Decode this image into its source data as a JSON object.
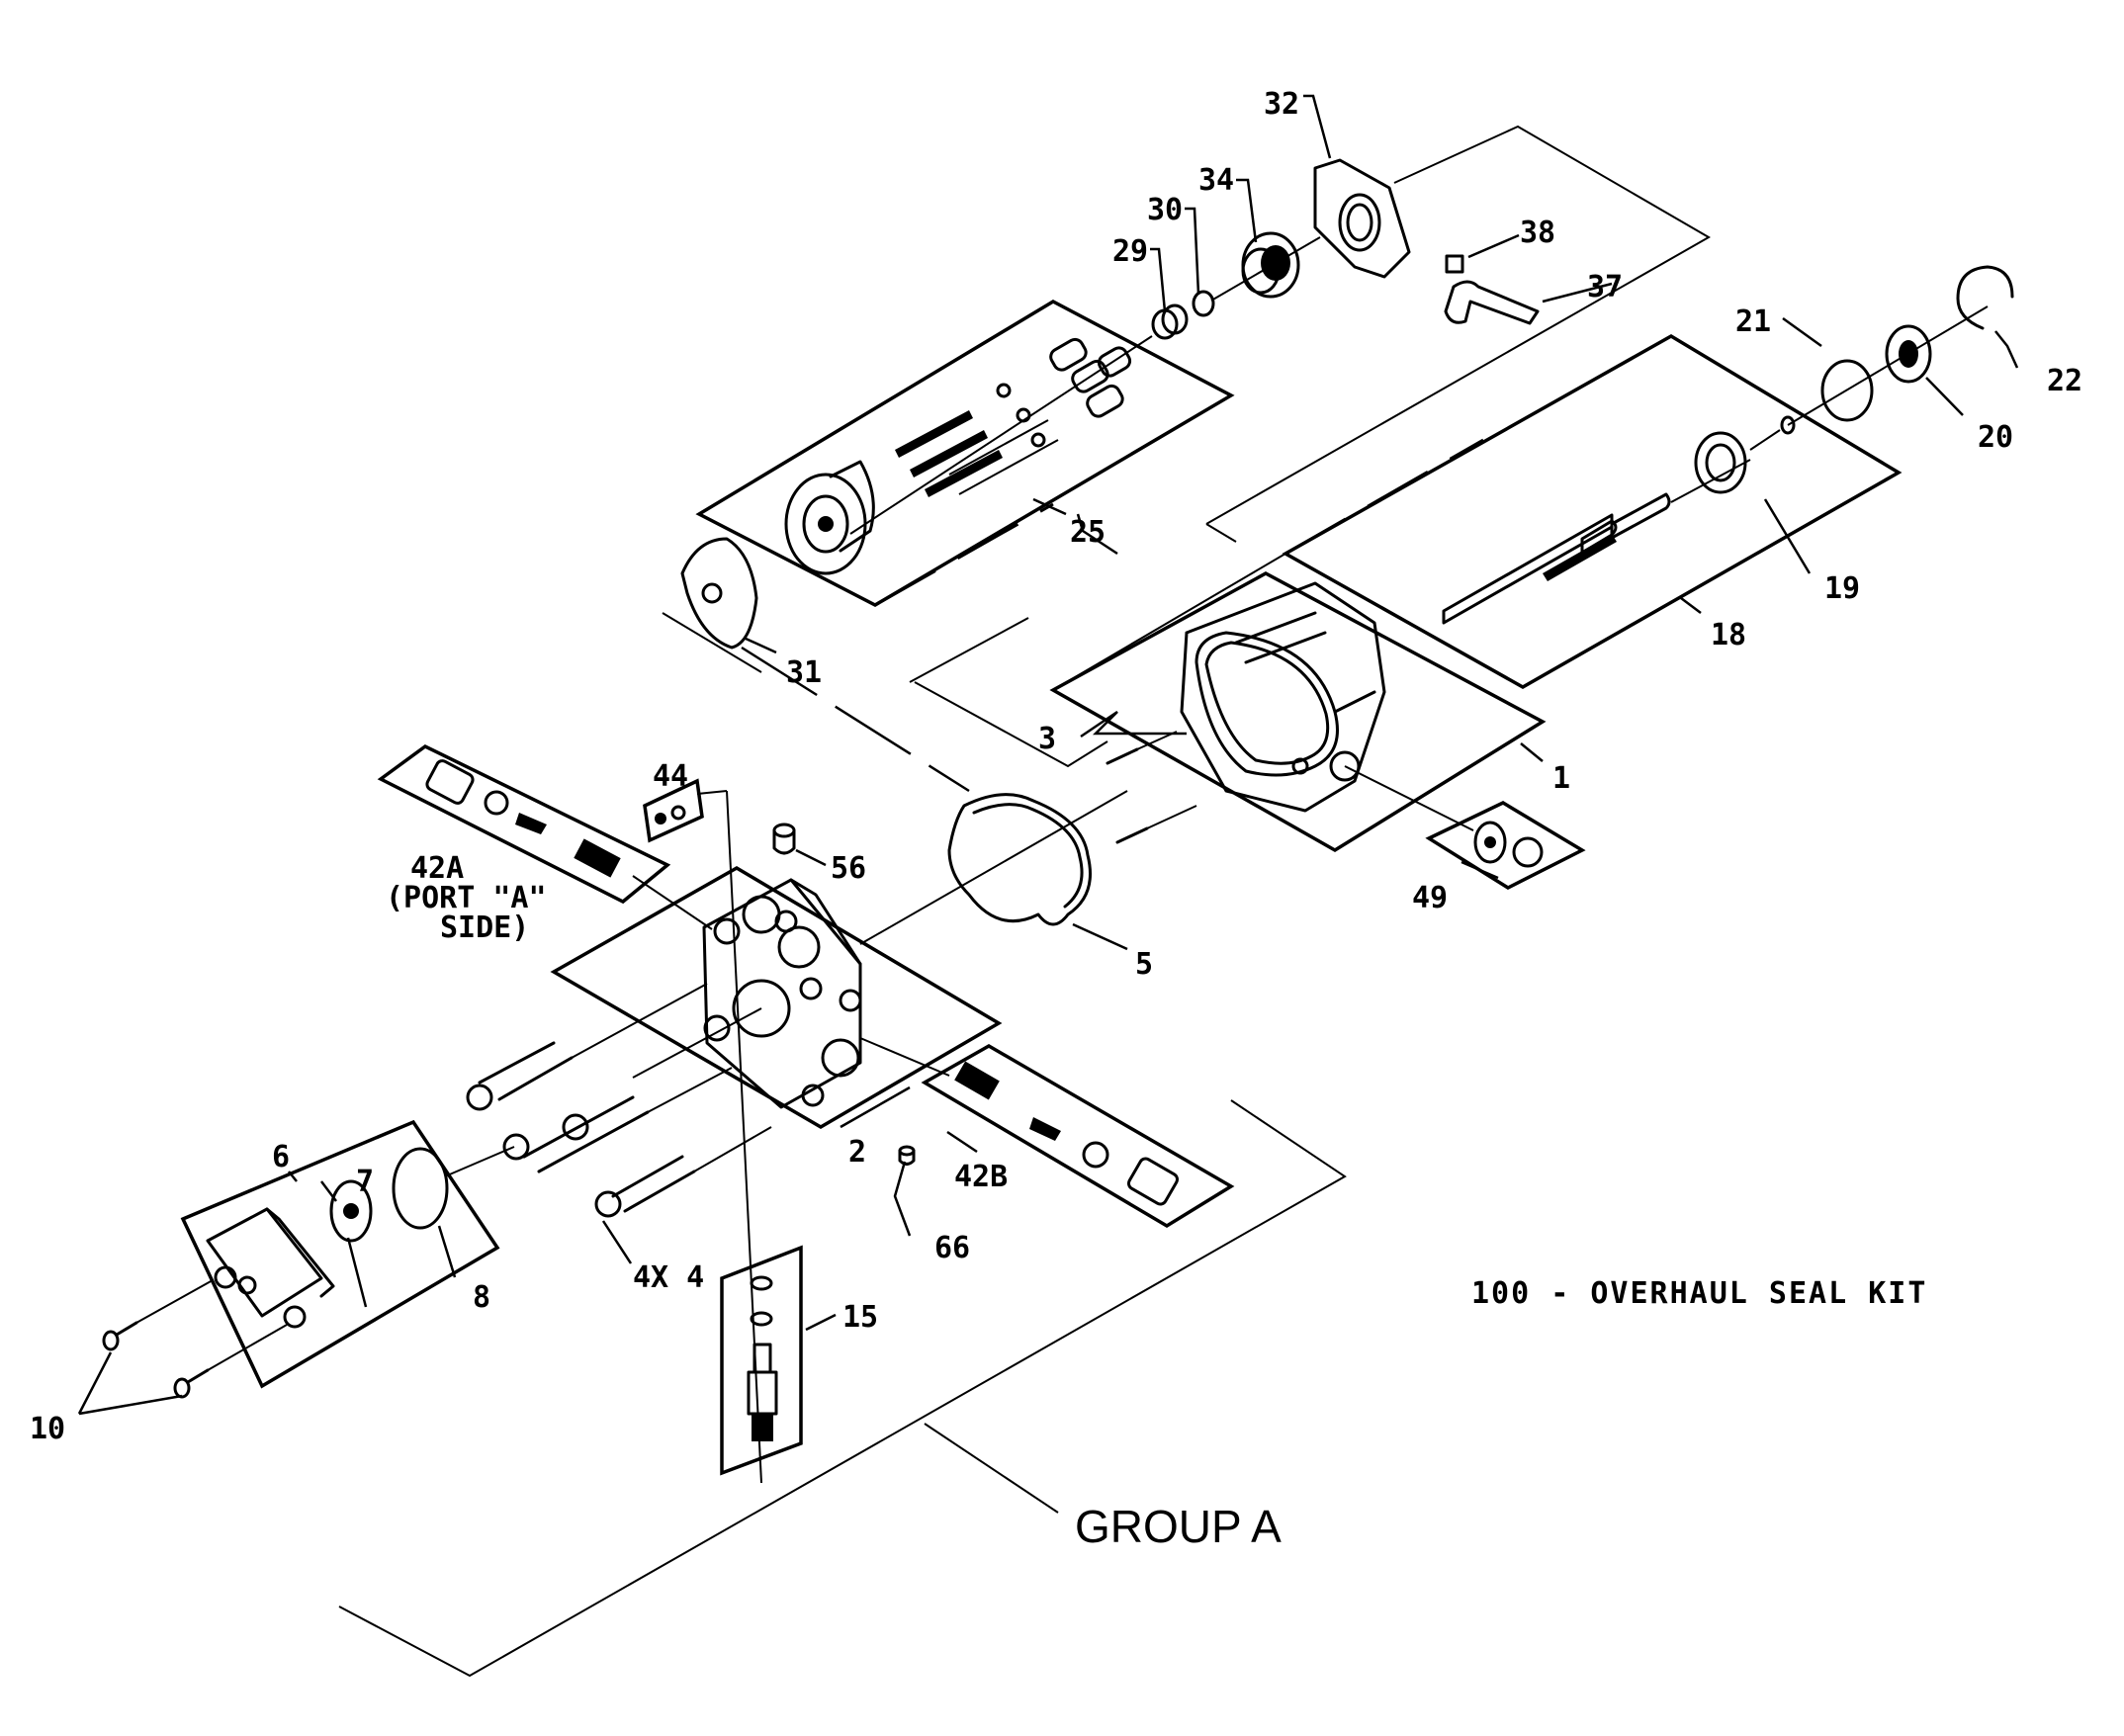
{
  "callouts": {
    "c1": "1",
    "c2": "2",
    "c3": "3",
    "c4": "4X 4",
    "c5": "5",
    "c6": "6",
    "c7": "7",
    "c8": "8",
    "c10": "10",
    "c15": "15",
    "c18": "18",
    "c19": "19",
    "c20": "20",
    "c21": "21",
    "c22": "22",
    "c25": "25",
    "c29": "29",
    "c30": "30",
    "c31": "31",
    "c32": "32",
    "c34": "34",
    "c37": "37",
    "c38": "38",
    "c42a_1": "42A",
    "c42a_2": "(PORT \"A\"",
    "c42a_3": "SIDE)",
    "c42b": "42B",
    "c44": "44",
    "c49": "49",
    "c56": "56",
    "c66": "66"
  },
  "kit_note": "100 - OVERHAUL SEAL KIT",
  "group_label": "GROUP A"
}
